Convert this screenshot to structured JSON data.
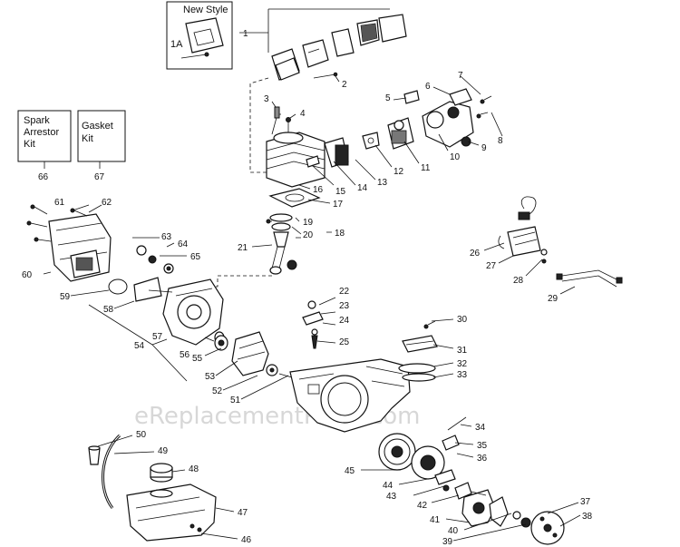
{
  "watermark": "eReplacementParts.com",
  "boxes": {
    "new_style": "New Style",
    "new_style_ref": "1A",
    "spark_arrestor": [
      "Spark",
      "Arrestor",
      "Kit"
    ],
    "gasket": [
      "Gasket",
      "Kit"
    ]
  },
  "callouts": [
    "1",
    "2",
    "3",
    "4",
    "5",
    "6",
    "7",
    "8",
    "9",
    "10",
    "11",
    "12",
    "13",
    "14",
    "15",
    "16",
    "17",
    "18",
    "19",
    "20",
    "21",
    "22",
    "23",
    "24",
    "25",
    "26",
    "27",
    "28",
    "29",
    "30",
    "31",
    "32",
    "33",
    "34",
    "35",
    "36",
    "37",
    "38",
    "39",
    "40",
    "41",
    "42",
    "43",
    "44",
    "45",
    "46",
    "47",
    "48",
    "49",
    "50",
    "51",
    "52",
    "53",
    "54",
    "55",
    "56",
    "57",
    "58",
    "59",
    "60",
    "61",
    "62",
    "63",
    "64",
    "65",
    "66",
    "67"
  ]
}
